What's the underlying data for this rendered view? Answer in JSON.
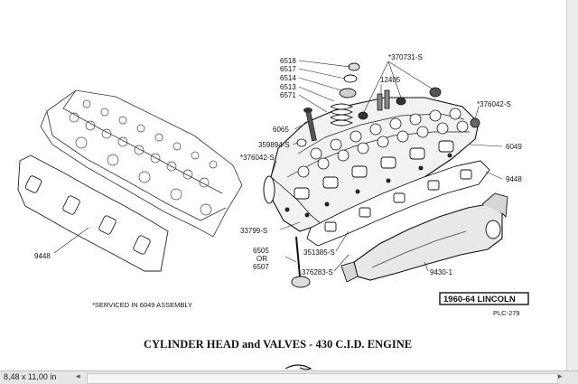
{
  "diagram": {
    "part_labels": {
      "p6518": "6518",
      "p6517": "6517",
      "p6514": "6514",
      "p6513": "6513",
      "p6571": "6571",
      "p6065": "6065",
      "p359894": "359894-S",
      "p376042_left": "376042-S",
      "p370731": "370731-S",
      "p12405": "12405",
      "p376042_right": "376042-S",
      "p6049": "6049",
      "p9448_right": "9448",
      "p9448_left": "9448",
      "p33799": "33799-S",
      "p6505": "6505",
      "p_or": "OR",
      "p6507": "6507",
      "p351385": "351385-S",
      "p376283": "376283-S",
      "p9430": "9430-1"
    },
    "footnote": "*SERVICED IN 6049 ASSEMBLY",
    "year_stamp": "1960-64 LINCOLN",
    "plate_code": "PLC-279",
    "caption": "CYLINDER HEAD and VALVES - 430 C.I.D. ENGINE"
  },
  "status_bar": {
    "page_size": "8,48 x 11,00 in"
  }
}
